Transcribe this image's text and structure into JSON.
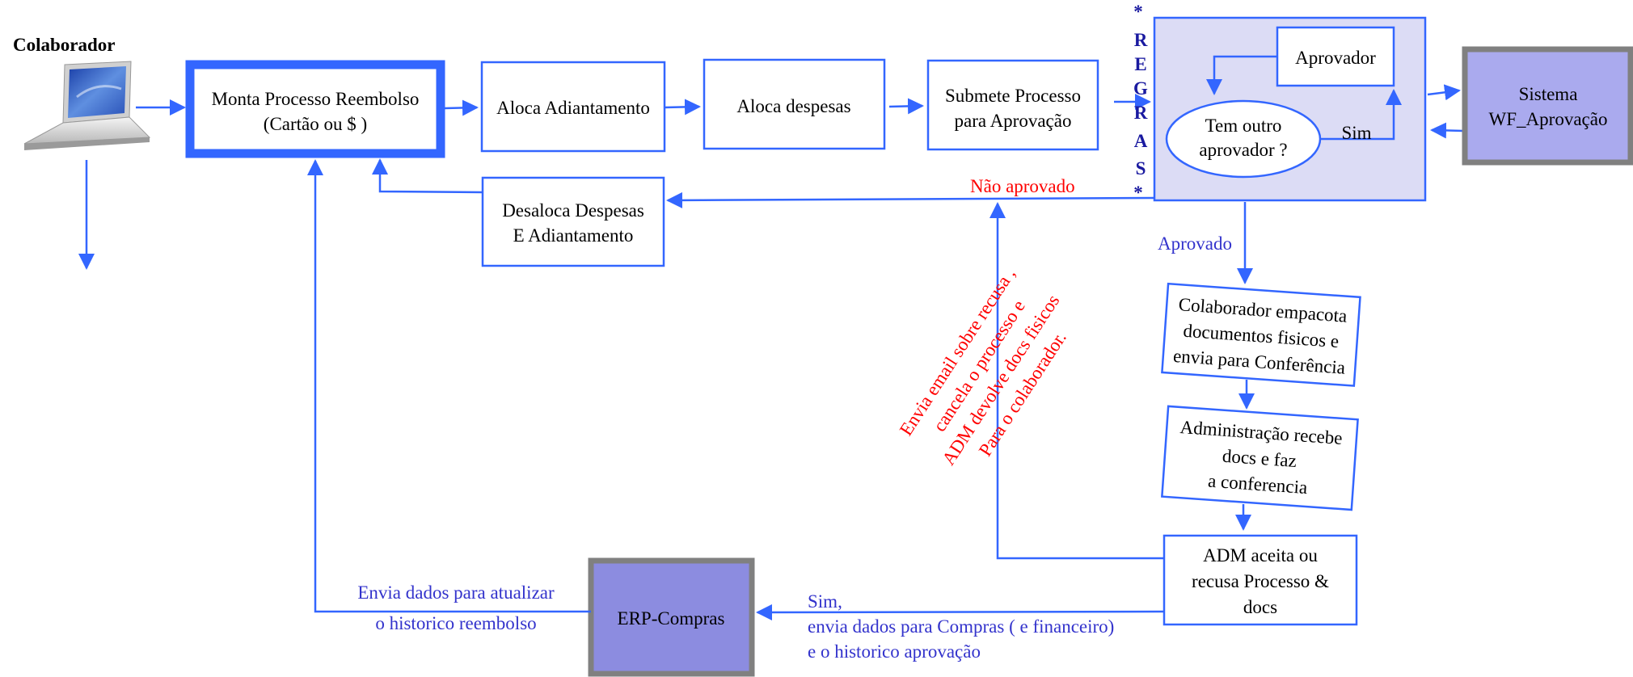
{
  "actor": {
    "label": "Colaborador"
  },
  "boxes": {
    "monta_line1": "Monta Processo Reembolso",
    "monta_line2": "(Cartão ou $ )",
    "aloca_adiantamento": "Aloca Adiantamento",
    "aloca_despesas": "Aloca despesas",
    "submete_line1": "Submete Processo",
    "submete_line2": "para Aprovação",
    "desaloca_line1": "Desaloca Despesas",
    "desaloca_line2": "E Adiantamento",
    "aprovador": "Aprovador",
    "tem_outro_line1": "Tem outro",
    "tem_outro_line2": "aprovador ?",
    "sim_inner": "Sim",
    "sistema_line1": "Sistema",
    "sistema_line2": "WF_Aprovação",
    "colab_line1": "Colaborador empacota",
    "colab_line2": "documentos fisicos e",
    "colab_line3": "envia para Conferência",
    "adm_recebe_line1": "Administração recebe",
    "adm_recebe_line2": "docs e faz",
    "adm_recebe_line3": "a conferencia",
    "adm_aceita_line1": "ADM aceita ou",
    "adm_aceita_line2": "recusa  Processo &",
    "adm_aceita_line3": "docs",
    "erp": "ERP-Compras"
  },
  "regras": [
    "*",
    "R",
    "E",
    "G",
    "R",
    "A",
    "S",
    "*"
  ],
  "labels": {
    "nao_aprovado": "Não aprovado",
    "aprovado": "Aprovado",
    "envia_email_line1": "Envia email sobre recusa ,",
    "envia_email_line2": "cancela o processo e",
    "envia_email_line3": "ADM devolve docs fisicos",
    "envia_email_line4": "Para  o colaborador.",
    "sim_line1": "Sim,",
    "sim_line2": "envia dados para Compras ( e financeiro)",
    "sim_line3": " e o  historico aprovação",
    "envia_dados_line1": "Envia dados para atualizar",
    "envia_dados_line2": "o historico reembolso"
  },
  "colors": {
    "arrow": "#3366ff",
    "box_border": "#3366ff",
    "thick_border": "#3366ff",
    "rules_fill": "#dcdcf5",
    "system_fill": "#aaaaee",
    "erp_fill": "#8c8ce0",
    "gray_border": "#808080"
  },
  "icons": {
    "laptop": "laptop-icon"
  }
}
